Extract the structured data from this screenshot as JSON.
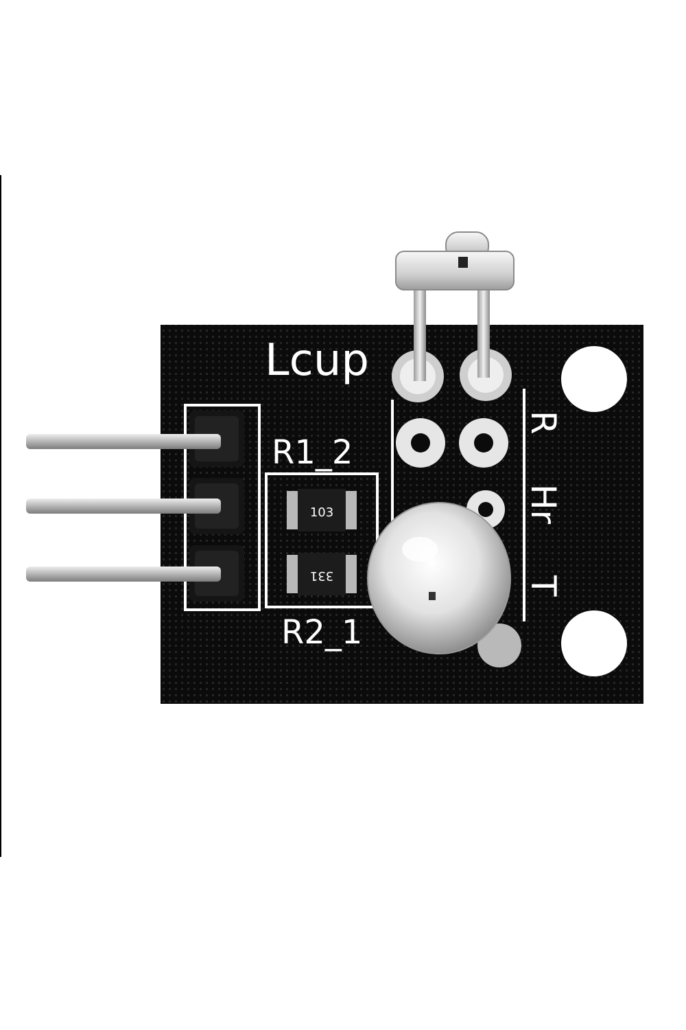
{
  "image": {
    "subject": "heartbeat-sensor-module",
    "colors": {
      "background": "#ffffff",
      "pcb": "#0b0b0b",
      "silkscreen": "#ffffff",
      "pin_metal": "#c9c9c9",
      "resistor_body": "#1c1c1c",
      "resistor_cap": "#b8b8b8"
    }
  },
  "silkscreen": {
    "top_label": "Lcup",
    "r1_label": "R1_2",
    "r2_label": "R2_1",
    "side_r": "R",
    "side_hr": "Hr",
    "side_t": "T"
  },
  "components": {
    "resistor_1_code": "103",
    "resistor_2_code": "331"
  }
}
